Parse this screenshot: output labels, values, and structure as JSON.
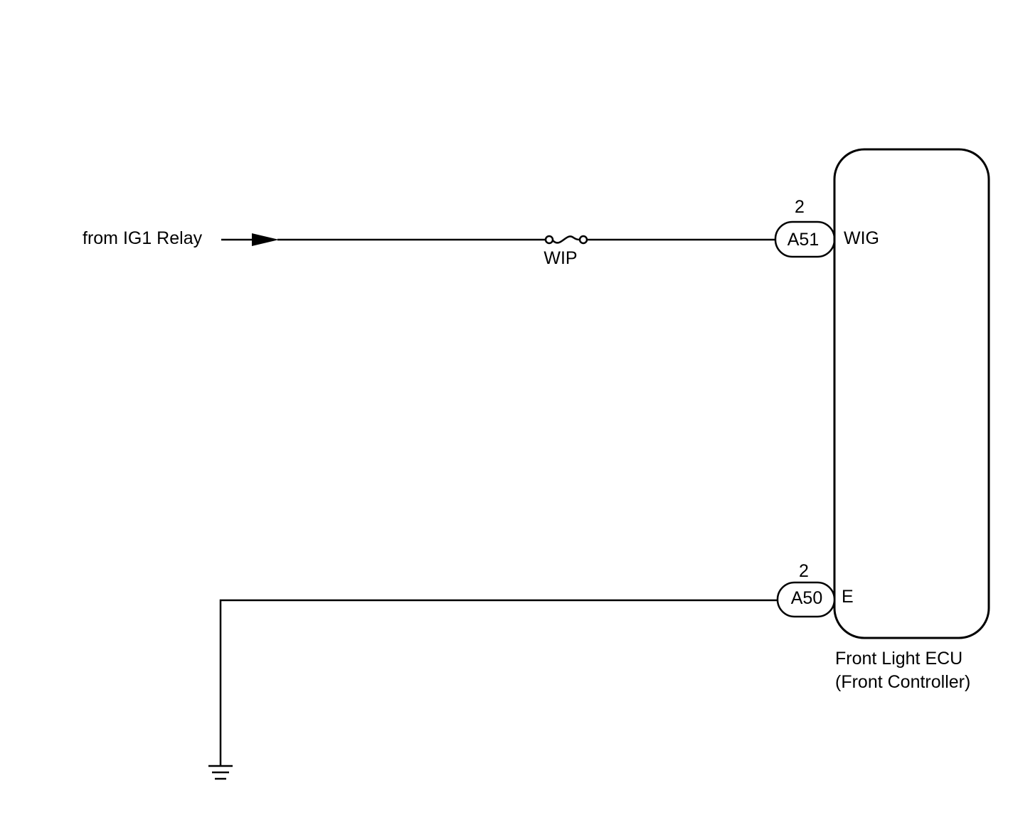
{
  "source": {
    "label": "from IG1 Relay"
  },
  "fuse": {
    "label": "WIP"
  },
  "connectors": [
    {
      "id": "A51",
      "pin": "2",
      "terminal": "WIG"
    },
    {
      "id": "A50",
      "pin": "2",
      "terminal": "E"
    }
  ],
  "ecu": {
    "name": "Front Light ECU",
    "subtitle": "(Front Controller)"
  },
  "colors": {
    "line": "#000000",
    "background": "#ffffff"
  }
}
